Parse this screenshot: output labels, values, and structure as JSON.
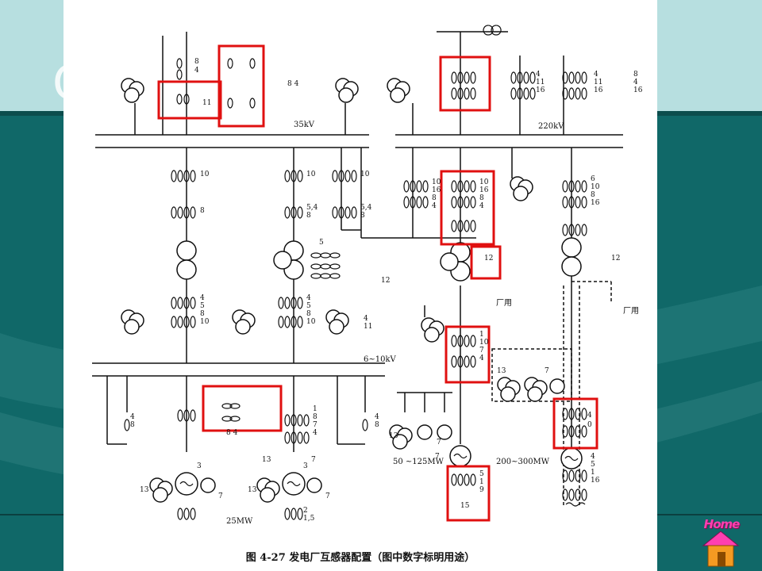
{
  "slide": {
    "background_color": "#106868",
    "band_color": "#b7dfe0",
    "ghost_title": "C"
  },
  "figure": {
    "caption": "图 4-27   发电厂互感器配置（图中数字标明用途）",
    "bus_labels": {
      "bus35": "35kV",
      "bus220": "220kV",
      "bus610": "6~10kV"
    },
    "generator_labels": {
      "g25": "25MW",
      "g50": "50 ~125MW",
      "g200": "200~300MW"
    },
    "aux_labels": {
      "aux1": "厂用",
      "aux2": "厂用"
    },
    "number_labels": [
      "8",
      "4",
      "11",
      "8 4",
      "4",
      "11",
      "16",
      "4",
      "11",
      "16",
      "8",
      "4",
      "16",
      "10",
      "10",
      "10",
      "10",
      "16",
      "8",
      "4",
      "10",
      "16",
      "8",
      "4",
      "6",
      "10",
      "8",
      "16",
      "8",
      "5,4",
      "8",
      "5,4",
      "8",
      "5",
      "12",
      "12",
      "12",
      "4",
      "5",
      "8",
      "10",
      "4",
      "5",
      "8",
      "10",
      "4",
      "11",
      "1",
      "10",
      "7",
      "4",
      "13",
      "7",
      "13",
      "7",
      "4",
      "8",
      "1",
      "8",
      "7",
      "4",
      "4",
      "8",
      "8 4",
      "7",
      "4",
      "0",
      "3",
      "13",
      "7",
      "3",
      "13",
      "7",
      "2",
      "1,5",
      "13",
      "7",
      "5",
      "1",
      "9",
      "15",
      "4",
      "5",
      "1",
      "16"
    ]
  },
  "home_button": {
    "label": "Home"
  }
}
